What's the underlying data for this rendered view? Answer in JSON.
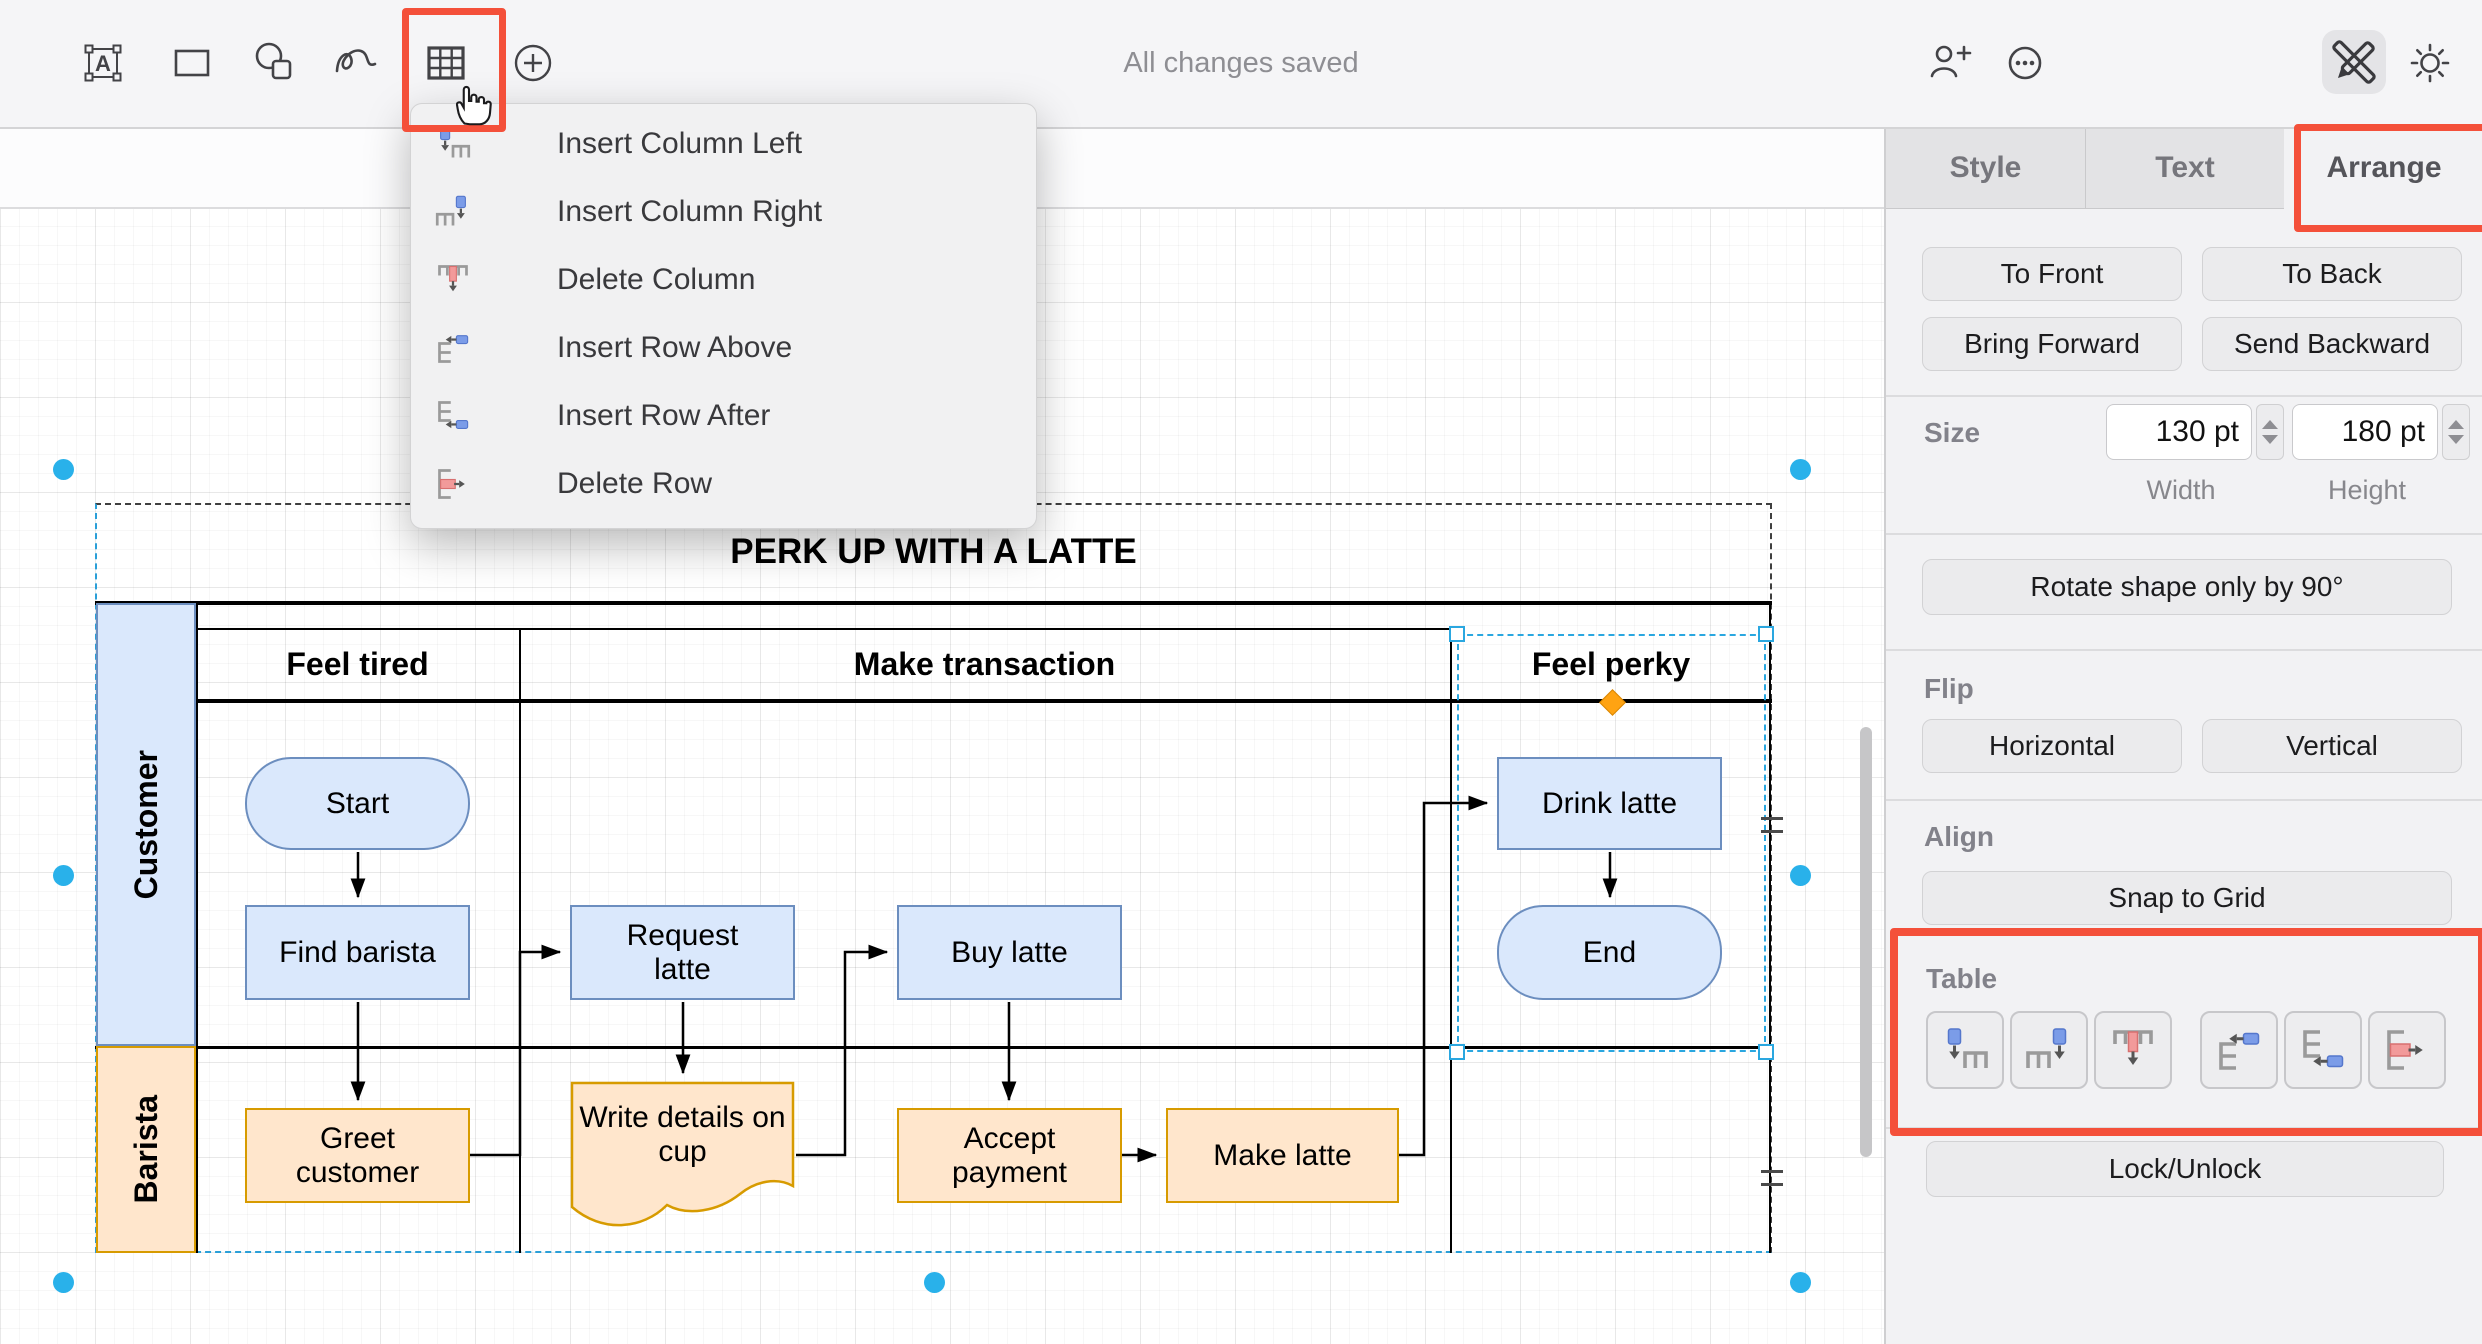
{
  "toolbar": {
    "status": "All changes saved",
    "text_tool_glyph": "A",
    "tools": [
      {
        "name": "text-tool"
      },
      {
        "name": "rectangle-tool"
      },
      {
        "name": "shapes-tool"
      },
      {
        "name": "freehand-tool"
      },
      {
        "name": "table-tool"
      },
      {
        "name": "add-shape-tool"
      }
    ],
    "right_icons": [
      {
        "name": "share-person-add-icon"
      },
      {
        "name": "more-options-icon"
      },
      {
        "name": "design-tools-icon"
      },
      {
        "name": "appearance-sun-icon"
      }
    ]
  },
  "menu": {
    "items": [
      {
        "label": "Insert Column Left",
        "icon": "insert-column-left-icon"
      },
      {
        "label": "Insert Column Right",
        "icon": "insert-column-right-icon"
      },
      {
        "label": "Delete Column",
        "icon": "delete-column-icon"
      },
      {
        "label": "Insert Row Above",
        "icon": "insert-row-above-icon"
      },
      {
        "label": "Insert Row After",
        "icon": "insert-row-after-icon"
      },
      {
        "label": "Delete Row",
        "icon": "delete-row-icon"
      }
    ]
  },
  "diagram": {
    "title": "PERK UP WITH A LATTE",
    "columns": [
      {
        "label": "Feel tired"
      },
      {
        "label": "Make transaction"
      },
      {
        "label": "Feel perky"
      }
    ],
    "lanes": [
      {
        "label": "Customer"
      },
      {
        "label": "Barista"
      }
    ],
    "nodes": {
      "start": "Start",
      "find_barista": "Find barista",
      "request_latte": "Request latte",
      "buy_latte": "Buy latte",
      "drink_latte": "Drink latte",
      "end": "End",
      "greet_customer": "Greet customer",
      "write_details": "Write details on cup",
      "accept_payment": "Accept payment",
      "make_latte": "Make latte"
    }
  },
  "panel": {
    "tabs": [
      {
        "label": "Style"
      },
      {
        "label": "Text"
      },
      {
        "label": "Arrange",
        "active": true
      }
    ],
    "arrange": {
      "to_front": "To Front",
      "to_back": "To Back",
      "bring_forward": "Bring Forward",
      "send_backward": "Send Backward"
    },
    "size": {
      "label": "Size",
      "width_value": "130 pt",
      "height_value": "180 pt",
      "width_label": "Width",
      "height_label": "Height"
    },
    "rotate_button": "Rotate shape only by 90°",
    "flip": {
      "label": "Flip",
      "horizontal": "Horizontal",
      "vertical": "Vertical"
    },
    "align": {
      "label": "Align",
      "snap_button": "Snap to Grid"
    },
    "table": {
      "label": "Table",
      "buttons": [
        {
          "icon": "insert-column-left-icon"
        },
        {
          "icon": "insert-column-right-icon"
        },
        {
          "icon": "delete-column-icon"
        },
        {
          "icon": "insert-row-above-icon"
        },
        {
          "icon": "insert-row-after-icon"
        },
        {
          "icon": "delete-row-icon"
        }
      ]
    },
    "lock_button": "Lock/Unlock"
  },
  "colors": {
    "highlight_red": "#f4503a",
    "selection_blue": "#29a9e1",
    "node_blue_fill": "#dae8fc",
    "node_blue_stroke": "#6c8ebf",
    "node_orange_fill": "#ffe6cc",
    "node_orange_stroke": "#d79b00",
    "diamond_orange": "#ffa312"
  }
}
